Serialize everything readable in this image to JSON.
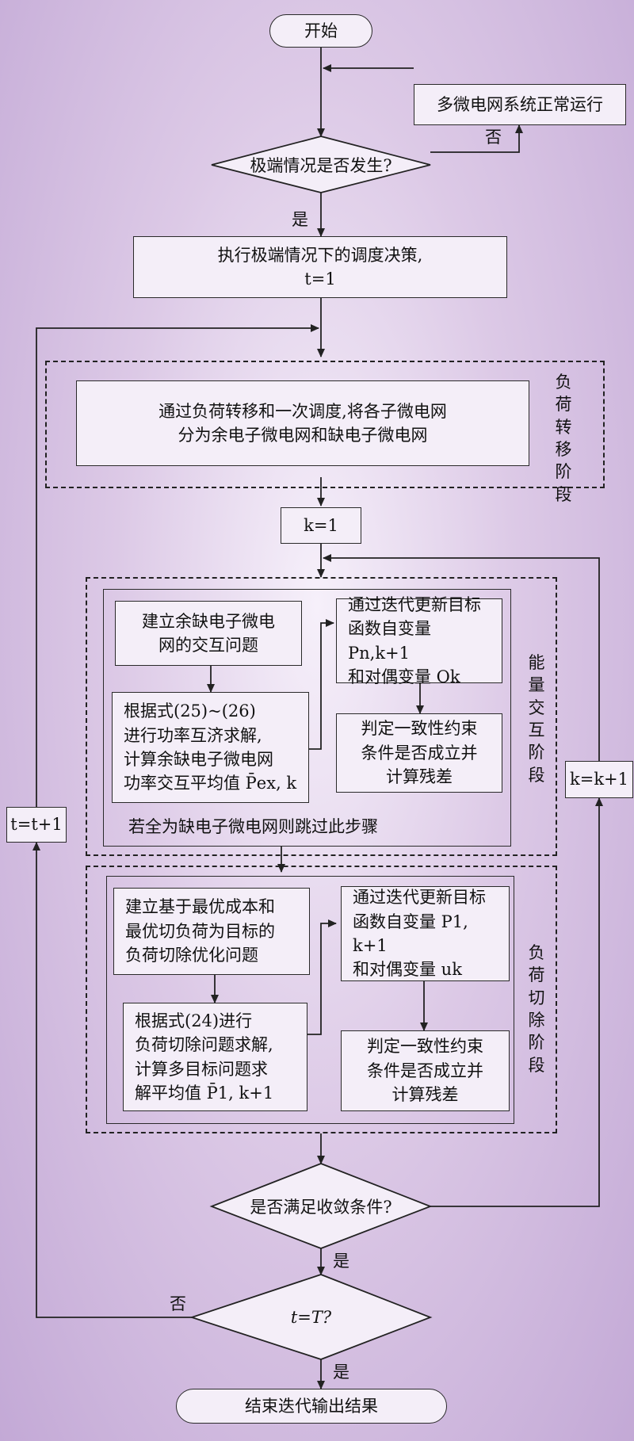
{
  "nodes": {
    "start": "开始",
    "normal_operation": "多微电网系统正常运行",
    "extreme_check": "极端情况是否发生?",
    "dispatch": "执行极端情况下的调度决策,\nt=1",
    "load_transfer": "通过负荷转移和一次调度,将各子微电网\n分为余电子微电网和缺电子微电网",
    "k_init": "k=1",
    "build_interaction": "建立余缺电子微电\n网的交互问题",
    "solve_power": "根据式(25)~(26)\n进行功率互济求解,\n计算余缺电子微电网\n功率交互平均值 P̄ex, k",
    "update_energy": "通过迭代更新目标\n函数自变量 Pn,k+1\n和对偶变量 Ok",
    "check_energy": "判定一致性约束\n条件是否成立并\n计算残差",
    "skip_note": "若全为缺电子微电网则跳过此步骤",
    "build_shedding": "建立基于最优成本和\n最优切负荷为目标的\n负荷切除优化问题",
    "solve_shedding": "根据式(24)进行\n负荷切除问题求解,\n计算多目标问题求\n解平均值 P̄1, k+1",
    "update_shedding": "通过迭代更新目标\n函数自变量 P1, k+1\n和对偶变量 uk",
    "check_shedding": "判定一致性约束\n条件是否成立并\n计算残差",
    "converge_check": "是否满足收敛条件?",
    "t_check": "t=T?",
    "k_increment": "k=k+1",
    "t_increment": "t=t+1",
    "end": "结束迭代输出结果"
  },
  "stages": {
    "load_transfer_stage": "负荷转移阶段",
    "energy_interaction_stage": "能量交互阶段",
    "load_shedding_stage": "负荷切除阶段"
  },
  "edge_labels": {
    "no_extreme": "否",
    "yes_extreme": "是",
    "yes_converge": "是",
    "no_t": "否",
    "yes_t": "是"
  }
}
